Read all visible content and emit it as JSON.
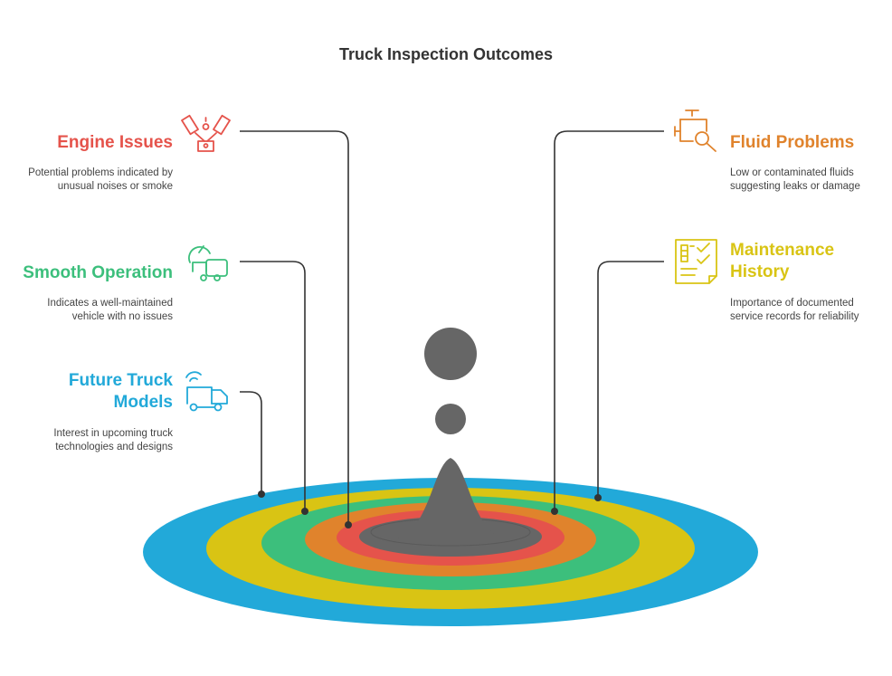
{
  "title": "Truck Inspection Outcomes",
  "items": {
    "engine": {
      "title": "Engine Issues",
      "desc_line1": "Potential problems indicated by",
      "desc_line2": "unusual noises or smoke",
      "color": "#E5534B",
      "icon": "engine-pistons-icon"
    },
    "smooth": {
      "title": "Smooth Operation",
      "desc_line1": "Indicates a well-maintained",
      "desc_line2": "vehicle with no issues",
      "color": "#3CBF7C",
      "icon": "truck-gauge-icon"
    },
    "future": {
      "title_line1": "Future Truck",
      "title_line2": "Models",
      "desc_line1": "Interest in upcoming truck",
      "desc_line2": "technologies and designs",
      "color": "#22A9D9",
      "icon": "connected-truck-icon"
    },
    "fluid": {
      "title": "Fluid Problems",
      "desc_line1": "Low or contaminated fluids",
      "desc_line2": "suggesting leaks or damage",
      "color": "#E0832C",
      "icon": "engine-search-icon"
    },
    "maintenance": {
      "title_line1": "Maintenance",
      "title_line2": "History",
      "desc_line1": "Importance of documented",
      "desc_line2": "service records for reliability",
      "color": "#D9C414",
      "icon": "checklist-document-icon"
    }
  },
  "ring_colors": [
    "#22A9D9",
    "#D9C414",
    "#3CBF7C",
    "#E0832C",
    "#E5534B"
  ],
  "center_color": "#666666"
}
